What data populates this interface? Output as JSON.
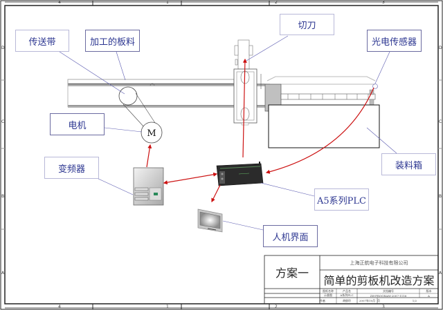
{
  "frame": {
    "column_labels_top": [
      "4",
      "1",
      "2",
      "3"
    ],
    "column_labels_bottom": [
      "4",
      "1",
      "2",
      "3"
    ],
    "row_labels_left": [
      "D",
      "C",
      "B",
      "A"
    ],
    "row_labels_right": [
      "D",
      "C",
      "B",
      "A"
    ]
  },
  "callouts": {
    "conveyor_belt": "传送带",
    "workpiece": "加工的板料",
    "cutter": "切刀",
    "photo_sensor": "光电传感器",
    "motor": "电机",
    "inverter": "变频器",
    "bin": "装料箱",
    "plc": "A5系列PLC",
    "hmi": "人机界面"
  },
  "motor_symbol": "M",
  "title_block": {
    "scheme": "方案一",
    "company": "上海正航电子科技有限公司",
    "title": "简单的剪板机改造方案",
    "header_labels": [
      "图纸名称",
      "产品名",
      "文档编号",
      "版本"
    ],
    "row1_values": [
      "示意图",
      "A系列PLC",
      "ZH-PROGRAM-2007-1116",
      "A"
    ],
    "row2_values": [
      "作者",
      "胡俊玲",
      "2007年10月",
      "页",
      "1/2"
    ]
  },
  "colors": {
    "callout_text": "#2b3590",
    "callout_border": "#6a6aa0",
    "leader_line": "#5a5ab0",
    "signal_arrow": "#cc1111",
    "frame": "#222222"
  }
}
